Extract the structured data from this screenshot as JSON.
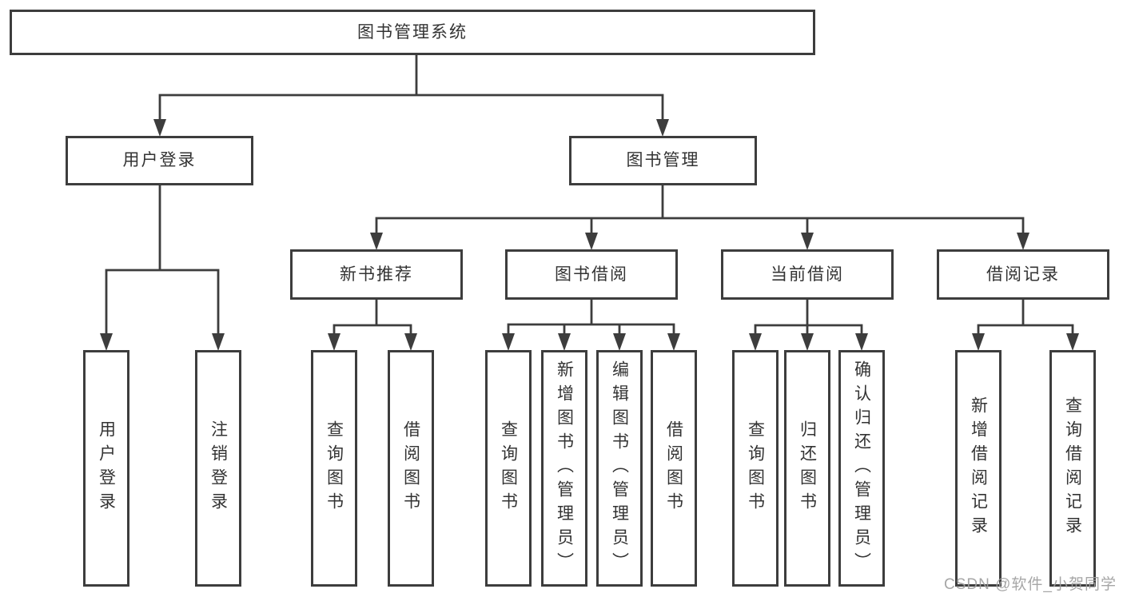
{
  "tree": {
    "root": {
      "label": "图书管理系统",
      "children": [
        {
          "label": "用户登录",
          "children": [
            {
              "label": "用户登录"
            },
            {
              "label": "注销登录"
            }
          ]
        },
        {
          "label": "图书管理",
          "children": [
            {
              "label": "新书推荐",
              "children": [
                {
                  "label": "查询图书"
                },
                {
                  "label": "借阅图书"
                }
              ]
            },
            {
              "label": "图书借阅",
              "children": [
                {
                  "label": "查询图书"
                },
                {
                  "label": "新增图书（管理员）"
                },
                {
                  "label": "编辑图书（管理员）"
                },
                {
                  "label": "借阅图书"
                }
              ]
            },
            {
              "label": "当前借阅",
              "children": [
                {
                  "label": "查询图书"
                },
                {
                  "label": "归还图书"
                },
                {
                  "label": "确认归还（管理员）"
                }
              ]
            },
            {
              "label": "借阅记录",
              "children": [
                {
                  "label": "新增借阅记录"
                },
                {
                  "label": "查询借阅记录"
                }
              ]
            }
          ]
        }
      ]
    }
  },
  "watermark": "CSDN @软件_小贺同学",
  "colors": {
    "line": "#3d3d3d",
    "text": "#333333",
    "watermark": "#9e9e9e",
    "background": "#ffffff"
  }
}
